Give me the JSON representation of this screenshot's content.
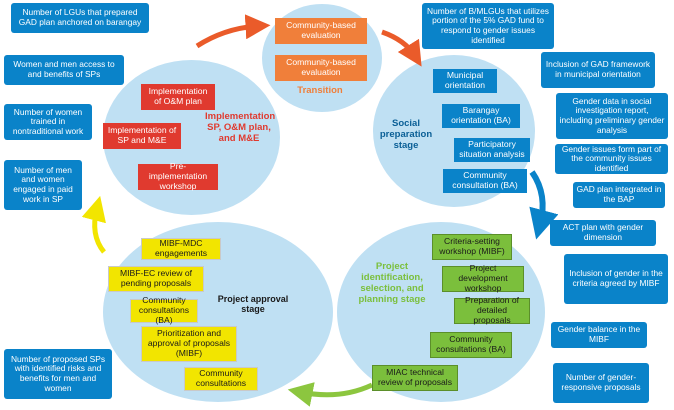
{
  "colors": {
    "circle_fill": "#bfe0f3",
    "indicator_blue": "#0a83c9",
    "transition_orange": "#f07f3a",
    "implementation_red": "#e03a2f",
    "approval_yellow": "#f2e500",
    "identification_green": "#7bbf3c",
    "arrow_orange": "#ea5b2a",
    "arrow_blue": "#0a83c9",
    "arrow_green": "#8cc63f",
    "arrow_yellow": "#f2e500"
  },
  "transition": {
    "label": "Transition",
    "boxes": [
      "Community-based evaluation",
      "Community-based evaluation"
    ]
  },
  "implementation": {
    "label": "Implementation SP, O&M plan, and M&E",
    "boxes": [
      "Implementation of O&M plan",
      "Implementation of SP and M&E",
      "Pre-implementation workshop"
    ]
  },
  "social_preparation": {
    "label": "Social preparation stage",
    "boxes": [
      "Municipal orientation",
      "Barangay orientation (BA)",
      "Participatory situation analysis",
      "Community consultation (BA)"
    ]
  },
  "identification": {
    "label": "Project identification, selection, and planning stage",
    "boxes": [
      "Criteria-setting workshop (MIBF)",
      "Project development workshop",
      "Preparation of detailed proposals",
      "Community consultations (BA)",
      "MIAC technical review of proposals"
    ]
  },
  "approval": {
    "label": "Project approval stage",
    "boxes": [
      "MIBF-MDC engagements",
      "MIBF-EC review of pending proposals",
      "Community consultations (BA)",
      "Prioritization and approval of proposals (MIBF)",
      "Community consultations"
    ]
  },
  "indicators_left": [
    "Number of LGUs that prepared GAD plan anchored on barangay",
    "Women and men access to and benefits of SPs",
    "Number of women trained in nontraditional work",
    "Number of men and women engaged in paid work in SP",
    "Number of proposed SPs with identified risks and benefits for men and women"
  ],
  "indicators_right": [
    "Number of B/MLGUs that utilizes portion of the 5% GAD fund to respond to gender issues identified",
    "Inclusion of GAD framework in municipal orientation",
    "Gender data in social investigation report, including preliminary gender analysis",
    "Gender issues form part of the community issues identified",
    "GAD plan integrated in the BAP",
    "ACT plan with gender dimension",
    "Inclusion of gender in the criteria agreed by MIBF",
    "Gender balance in the MIBF",
    "Number of gender-responsive proposals"
  ]
}
